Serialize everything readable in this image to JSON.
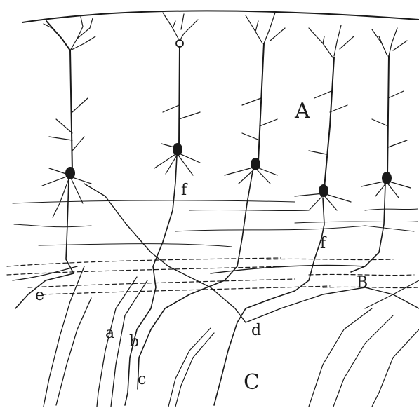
{
  "figure": {
    "background": "#ffffff",
    "ink_color": "#1a1a1a",
    "labels": {
      "A": "A",
      "B": "B",
      "C": "C",
      "a": "a",
      "b": "b",
      "c": "c",
      "d": "d",
      "e": "e",
      "f_upper": "f",
      "f_lower": "f"
    }
  }
}
